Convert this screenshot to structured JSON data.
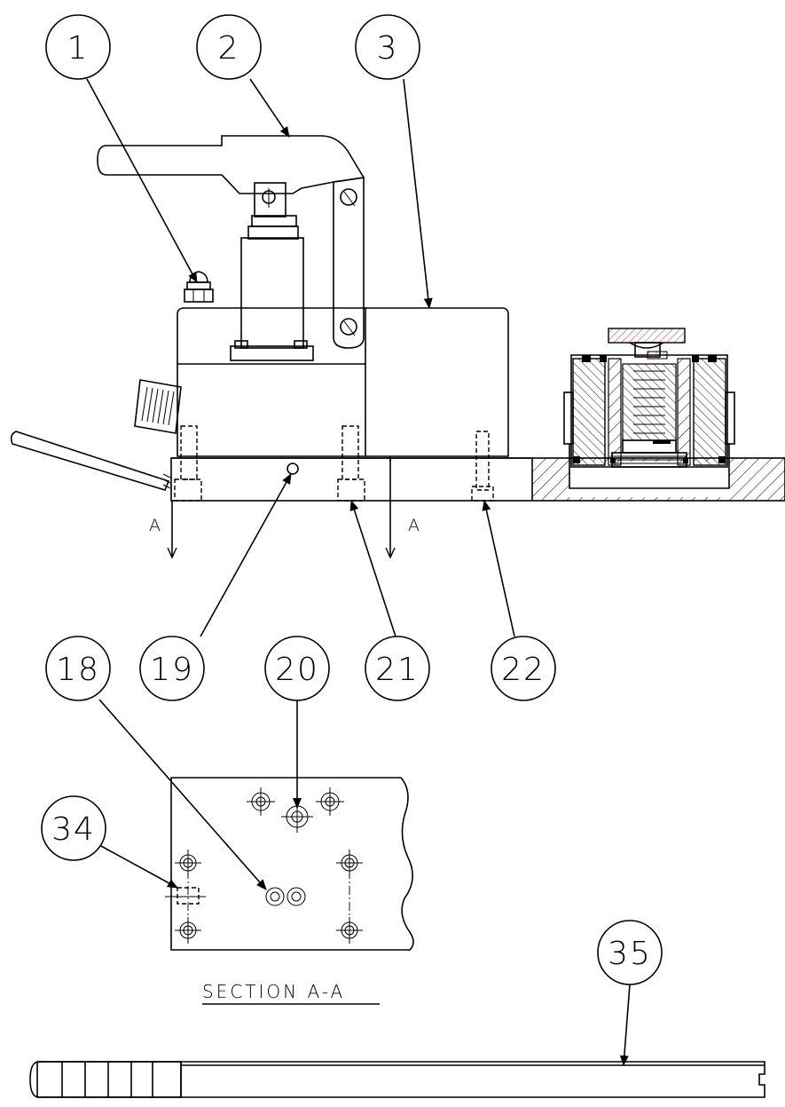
{
  "callouts": {
    "c1": "1",
    "c2": "2",
    "c3": "3",
    "c18": "18",
    "c19": "19",
    "c20": "20",
    "c21": "21",
    "c22": "22",
    "c34": "34",
    "c35": "35"
  },
  "section_marks": {
    "left": "A",
    "right": "A"
  },
  "section_title": "SECTION A-A",
  "colors": {
    "line": "#000000",
    "hatch_accent": "#d43a3a",
    "background": "#ffffff"
  }
}
